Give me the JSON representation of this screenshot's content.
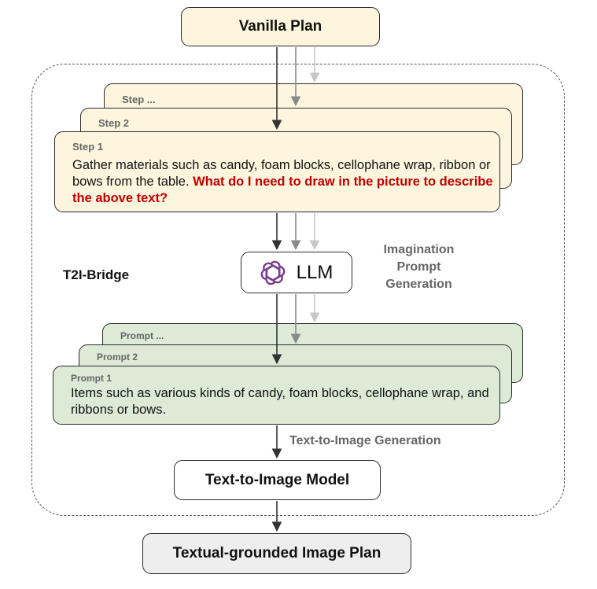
{
  "vanilla_plan": "Vanilla Plan",
  "bridge_label": "T2I-Bridge",
  "steps": {
    "step_more": "Step ...",
    "step2": "Step 2",
    "step1": "Step 1",
    "step1_text": "Gather materials such as candy, foam blocks, cellophane wrap, ribbon or bows from the table.",
    "step1_question": "What do I need to draw in the picture to describe the above text?"
  },
  "llm": {
    "label": "LLM",
    "icon": "openai-logo-icon"
  },
  "imagination_label": [
    "Imagination",
    "Prompt",
    "Generation"
  ],
  "prompts": {
    "prompt_more": "Prompt ...",
    "prompt2": "Prompt 2",
    "prompt1": "Prompt 1",
    "prompt1_text": "Items such as various kinds of candy, foam blocks, cellophane wrap, and ribbons or bows."
  },
  "t2i_generation_label": "Text-to-Image Generation",
  "t2i_model": "Text-to-Image Model",
  "output": "Textual-grounded Image Plan",
  "colors": {
    "step_fill": "#fdf5de",
    "prompt_fill": "#dcead6",
    "output_fill": "#eeeeee",
    "question_text": "#c00000",
    "arrow_dark": "#333333",
    "arrow_mid": "#8a8a8a",
    "arrow_light": "#c8c8c8"
  }
}
